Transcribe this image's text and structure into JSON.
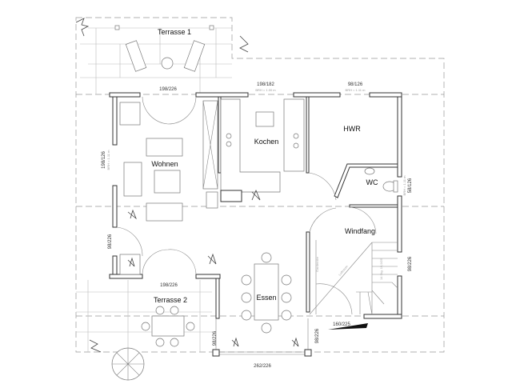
{
  "rooms": {
    "terrace1": "Terrasse 1",
    "terrace2": "Terrasse 2",
    "living": "Wohnen",
    "kitchen": "Kochen",
    "utility": "HWR",
    "wc": "WC",
    "entrance": "Windfang",
    "dining": "Essen"
  },
  "dimensions": {
    "living_top": "198/226",
    "kitchen_top": "198/182",
    "kitchen_brh": "BRH = 1.00 m",
    "hwr_top": "98/126",
    "hwr_brh": "BRH = 1.11 m",
    "living_left": "198/126",
    "living_left_brh": "BRH = 1.11 m",
    "living_left_door": "98/226",
    "living_bottom": "198/226",
    "wc_right": "58/126",
    "wc_right_brh": "BRH = 1.11 m",
    "entrance_right": "98/226",
    "entrance_door": "160/225",
    "dining_left": "98/226",
    "dining_right": "98/226",
    "dining_bottom": "262/226"
  },
  "annotations": {
    "wardrobe": "Garderobe",
    "void": "Luftraum",
    "stairs": "14 Stg. 19,9/25"
  }
}
